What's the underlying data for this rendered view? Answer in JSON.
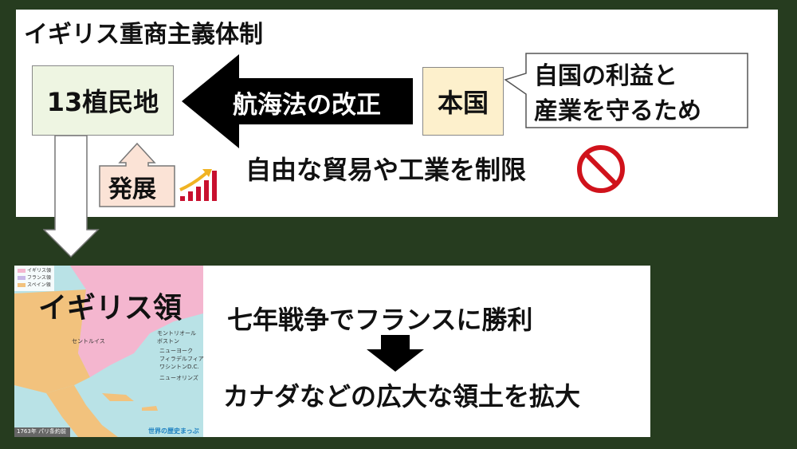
{
  "top": {
    "title": "イギリス重商主義体制",
    "colonies": "13植民地",
    "navigation_act": "航海法の改正",
    "home_country": "本国",
    "callout_line1": "自国の利益と",
    "callout_line2": "産業を守るため",
    "restriction": "自由な貿易や工業を制限",
    "development": "発展",
    "icons": [
      "prohibition-icon",
      "growth-chart-icon"
    ]
  },
  "bottom": {
    "map_overlay": "イギリス領",
    "line1": "七年戦争でフランスに勝利",
    "line2": "カナダなどの広大な領土を拡大",
    "map": {
      "legend": [
        "イギリス領",
        "フランス領",
        "スペイン領"
      ],
      "cities": [
        "モントリオール",
        "ボストン",
        "ニューヨーク",
        "フィラデルフィア",
        "ワシントンD.C.",
        "ニューオリンズ",
        "セントルイス"
      ],
      "caption": "1763年 パリ条約前",
      "source": "世界の歴史まっぷ"
    }
  },
  "colors": {
    "background": "#263c1f",
    "colonies": "#eef5e2",
    "home": "#fdf0cc",
    "development": "#fbe3d6",
    "british": "#f4b6cf",
    "spanish": "#f2c27d",
    "sea": "#b9e2e6",
    "prohibition": "#d0121b"
  }
}
